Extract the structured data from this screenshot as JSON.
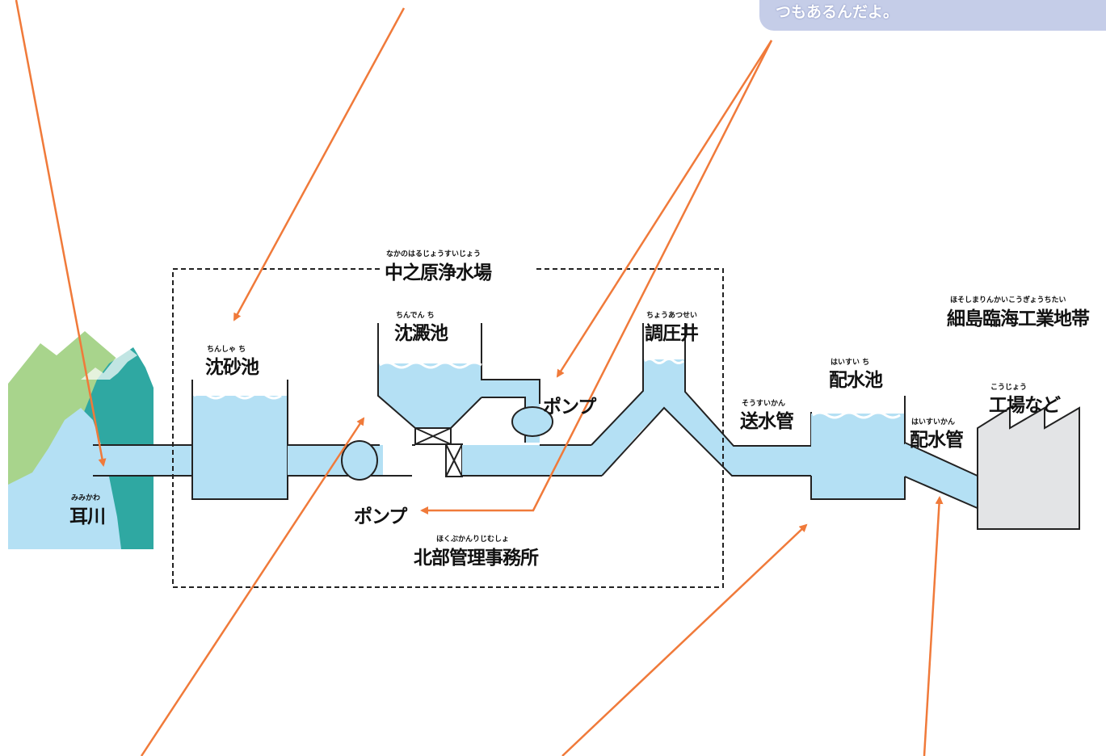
{
  "callout": {
    "text": "つもあるんだよ。"
  },
  "labels": {
    "plant_furigana": "なかのはるじょうすいじょう",
    "plant": "中之原浄水場",
    "grit_furigana": "ちんしゃ ち",
    "grit": "沈砂池",
    "settling_furigana": "ちんでん ち",
    "settling": "沈澱池",
    "surge_furigana": "ちょうあつせい",
    "surge": "調圧井",
    "pump_upper": "ポンプ",
    "pump_lower": "ポンプ",
    "office_furigana": "ほくぶかんりじむしょ",
    "office": "北部管理事務所",
    "trans_furigana": "そうすいかん",
    "trans": "送水管",
    "dist_res_furigana": "はいすい ち",
    "dist_res": "配水池",
    "dist_pipe_furigana": "はいすいかん",
    "dist_pipe": "配水管",
    "factory_furigana": "こうじょう",
    "factory": "工場など",
    "industrial_furigana": "ほそしまりんかいこうぎょうちたい",
    "industrial": "細島臨海工業地帯",
    "river_furigana": "みみかわ",
    "river": "耳川"
  },
  "colors": {
    "water": "#b4e0f4",
    "arrow": "#f07a3a",
    "mountain_green": "#9acb7a",
    "mountain_teal": "#3aaba5",
    "factory": "#e3e4e6"
  }
}
